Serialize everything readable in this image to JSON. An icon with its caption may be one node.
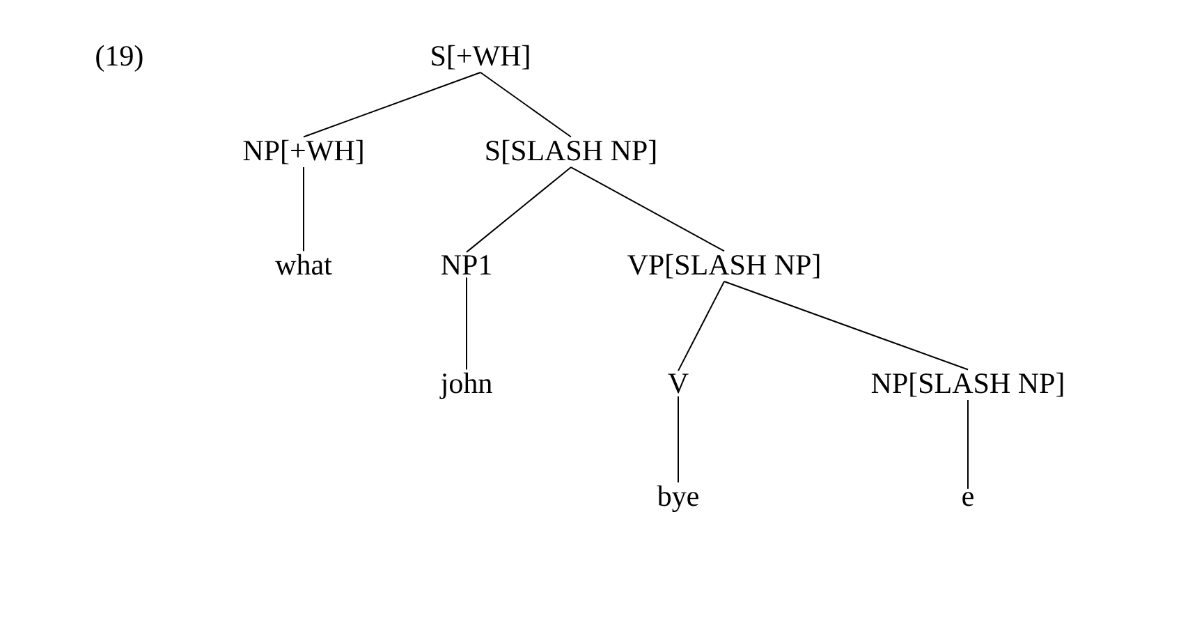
{
  "diagram": {
    "nodes": [
      {
        "text": [
          "S[+WH]"
        ]
      },
      {
        "text": [
          "NP[+WH]"
        ]
      },
      {
        "text": [
          "S[SLASH NP]"
        ]
      },
      {
        "text": [
          "what"
        ]
      },
      {
        "text": [
          "NP1"
        ]
      },
      {
        "text": [
          "VP[SLASH NP]"
        ]
      },
      {
        "text": [
          "john"
        ]
      },
      {
        "text": [
          "V"
        ]
      },
      {
        "text": [
          "NP[SLASH NP]"
        ]
      },
      {
        "text": [
          "bye"
        ]
      },
      {
        "text": [
          "e"
        ]
      }
    ],
    "edges": [
      {
        "from": 0,
        "to": 1,
        "arrow": "none"
      },
      {
        "from": 0,
        "to": 2,
        "arrow": "none"
      },
      {
        "from": 1,
        "to": 3,
        "arrow": "none"
      },
      {
        "from": 2,
        "to": 4,
        "arrow": "none"
      },
      {
        "from": 2,
        "to": 5,
        "arrow": "none"
      },
      {
        "from": 4,
        "to": 6,
        "arrow": "none"
      },
      {
        "from": 5,
        "to": 7,
        "arrow": "none"
      },
      {
        "from": 5,
        "to": 8,
        "arrow": "none"
      },
      {
        "from": 7,
        "to": 9,
        "arrow": "none"
      },
      {
        "from": 8,
        "to": 10,
        "arrow": "none"
      }
    ],
    "labels": [
      "(19)"
    ]
  }
}
